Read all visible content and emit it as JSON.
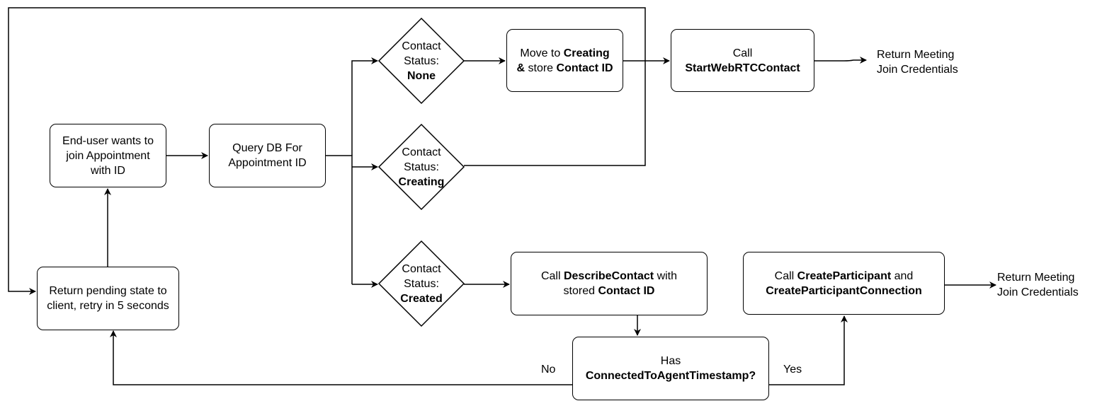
{
  "nodes": {
    "enduser": {
      "l1": "End-user wants to",
      "l2": "join Appointment",
      "l3": "with ID"
    },
    "query": {
      "l1": "Query DB For",
      "l2": "Appointment ID"
    },
    "status_none": {
      "l1": "Contact",
      "l2": "Status:",
      "l3": "None"
    },
    "status_creating": {
      "l1": "Contact",
      "l2": "Status:",
      "l3": "Creating"
    },
    "status_created": {
      "l1": "Contact",
      "l2": "Status:",
      "l3": "Created"
    },
    "move_creating": {
      "a": "Move to ",
      "b": "Creating",
      "c": "&",
      "d": " store ",
      "e": "Contact ID"
    },
    "start_webrtc": {
      "l1": "Call",
      "l2": "StartWebRTCContact"
    },
    "return_top": {
      "l1": "Return Meeting",
      "l2": "Join Credentials"
    },
    "pending": {
      "l1": "Return pending state to",
      "l2": "client, retry in 5 seconds"
    },
    "describe": {
      "a": "Call ",
      "b": "DescribeContact",
      "c": " with",
      "d": "stored ",
      "e": "Contact ID"
    },
    "has_connected": {
      "l1": "Has",
      "l2": "ConnectedToAgentTimestamp?"
    },
    "create_participant": {
      "a": "Call ",
      "b": "CreateParticipant",
      "c": " and",
      "d": "CreateParticipantConnection"
    },
    "return_bottom": {
      "l1": "Return Meeting",
      "l2": "Join Credentials"
    }
  },
  "edge_labels": {
    "no": "No",
    "yes": "Yes"
  }
}
